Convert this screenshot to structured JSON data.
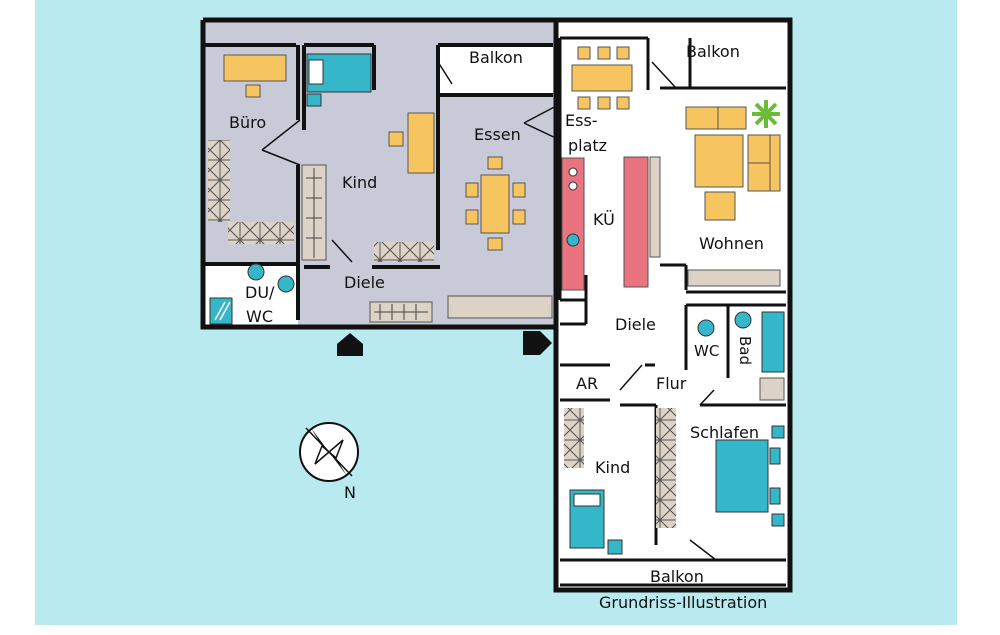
{
  "plan": {
    "left_unit": {
      "buero": "Büro",
      "kind": "Kind",
      "balkon": "Balkon",
      "essen": "Essen",
      "du_wc_1": "DU/",
      "du_wc_2": "WC",
      "diele": "Diele"
    },
    "right_unit": {
      "balkon_top": "Balkon",
      "essplatz_1": "Ess-",
      "essplatz_2": "platz",
      "kueche": "KÜ",
      "wohnen": "Wohnen",
      "diele": "Diele",
      "wc": "WC",
      "bad": "Bad",
      "ar": "AR",
      "flur": "Flur",
      "schlafen": "Schlafen",
      "kind": "Kind",
      "balkon_bottom": "Balkon"
    },
    "compass_label": "N",
    "caption": "Grundriss-Illustration"
  },
  "colors": {
    "background": "#b9eaf0",
    "page": "#ffffff",
    "floor_left": "#c8cad8",
    "floor_right": "#ffffff",
    "wall": "#111111",
    "furniture_yellow": "#f6c560",
    "kitchen_pink": "#e9737e",
    "bed_blue": "#36b7c9",
    "cabinet_gray": "#dcd2c6",
    "plant_green": "#6dbb3b"
  },
  "icons": [
    "entrance-arrow-up-icon",
    "entrance-arrow-right-icon",
    "compass-north-icon",
    "plant-icon"
  ]
}
